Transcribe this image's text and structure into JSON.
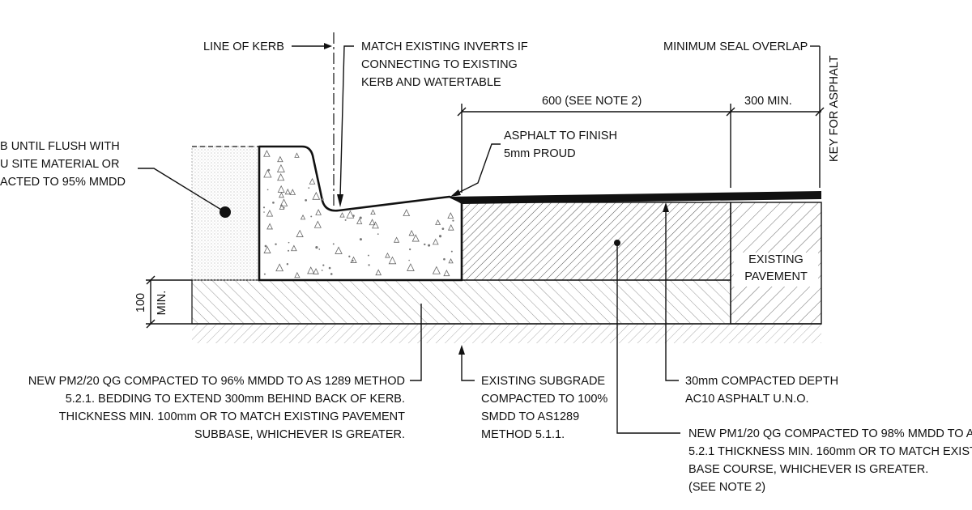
{
  "labels": {
    "line_of_kerb": "LINE OF KERB",
    "match_inverts": [
      "MATCH EXISTING INVERTS IF",
      "CONNECTING TO EXISTING",
      "KERB AND WATERTABLE"
    ],
    "min_seal_overlap": "MINIMUM SEAL OVERLAP",
    "key_for_asphalt": "KEY FOR ASPHALT",
    "dim_600": "600 (SEE NOTE 2)",
    "dim_300": "300 MIN.",
    "asphalt_finish": [
      "ASPHALT TO FINISH",
      "5mm PROUD"
    ],
    "backfill": [
      "B UNTIL FLUSH WITH",
      "U SITE MATERIAL OR",
      "ACTED TO 95% MMDD"
    ],
    "existing_pavement": [
      "EXISTING",
      "PAVEMENT"
    ],
    "dim_100": "100",
    "dim_100_min": "MIN.",
    "pm2_note": [
      "NEW PM2/20 QG COMPACTED TO 96% MMDD TO AS 1289 METHOD",
      "5.2.1. BEDDING TO EXTEND 300mm BEHIND BACK OF KERB.",
      "THICKNESS MIN. 100mm OR TO MATCH EXISTING PAVEMENT",
      "SUBBASE, WHICHEVER IS GREATER."
    ],
    "subgrade_note": [
      "EXISTING SUBGRADE",
      "COMPACTED TO 100%",
      "SMDD TO AS1289",
      "METHOD 5.1.1."
    ],
    "asphalt_depth": [
      "30mm COMPACTED DEPTH",
      "AC10 ASPHALT U.N.O."
    ],
    "pm1_note": [
      "NEW PM1/20 QG COMPACTED TO 98% MMDD TO A",
      "5.2.1 THICKNESS MIN. 160mm OR TO MATCH EXIST",
      "BASE COURSE, WHICHEVER IS GREATER.",
      "(SEE NOTE 2)"
    ]
  },
  "colors": {
    "ink": "#111111",
    "hatch": "#555555",
    "concrete_speckle": "#666666",
    "paper": "#ffffff"
  }
}
